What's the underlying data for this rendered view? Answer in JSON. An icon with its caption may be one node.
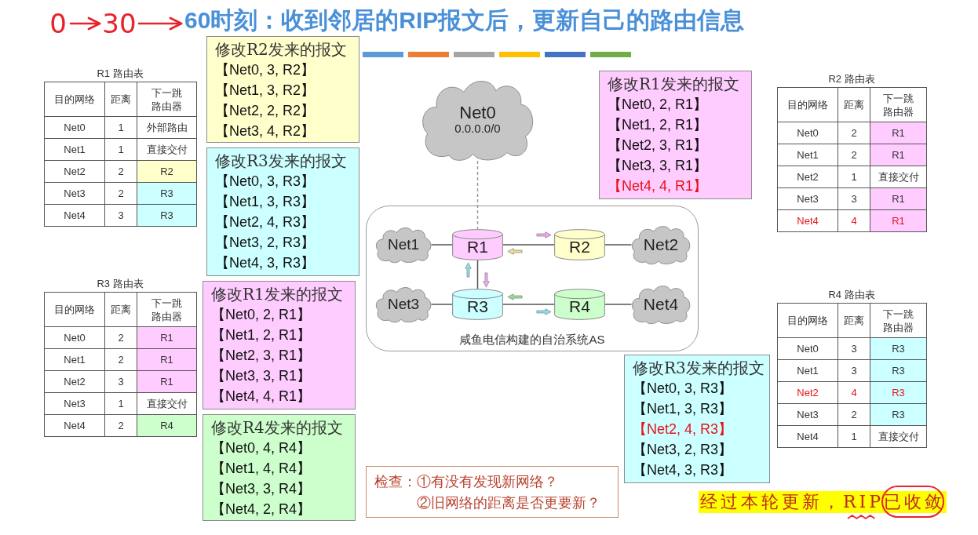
{
  "diagram": {
    "title": "60时刻：收到邻居的RIP报文后，更新自己的路由信息",
    "nodes": [
      {
        "text": [
          "0"
        ]
      },
      {
        "text": [
          "30"
        ]
      },
      {
        "text": [
          "修改R2发来的报文",
          "【Net0, 3, R2】",
          "【Net1, 3, R2】",
          "【Net2, 2, R2】",
          "【Net3, 4, R2】"
        ]
      },
      {
        "text": [
          "修改R1发来的报文",
          "【Net0, 2, R1】",
          "【Net1, 2, R1】",
          "【Net2, 3, R1】",
          "【Net3, 3, R1】",
          "【Net4, 4, R1】"
        ]
      },
      {
        "text": [
          "Net0",
          "0.0.0.0/0"
        ]
      },
      {
        "text": [
          "修改R3发来的报文",
          "【Net0, 3, R3】",
          "【Net1, 3, R3】",
          "【Net2, 4, R3】",
          "【Net3, 2, R3】",
          "【Net4, 3, R3】"
        ]
      },
      {
        "text": [
          "咸鱼电信构建的自治系统AS"
        ]
      },
      {
        "text": [
          "Net1"
        ],
        "in": 6
      },
      {
        "text": [
          "R1"
        ],
        "in": 6
      },
      {
        "text": [
          "R2"
        ],
        "in": 6
      },
      {
        "text": [
          "Net2"
        ],
        "in": 6
      },
      {
        "text": [
          "Net3"
        ],
        "in": 6
      },
      {
        "text": [
          "R3"
        ],
        "in": 6
      },
      {
        "text": [
          "R4"
        ],
        "in": 6
      },
      {
        "text": [
          "Net4"
        ],
        "in": 6
      },
      {
        "text": [
          "修改R1发来的报文",
          "【Net0, 2, R1】",
          "【Net1, 2, R1】",
          "【Net2, 3, R1】",
          "【Net3, 3, R1】",
          "【Net4, 4, R1】"
        ]
      },
      {
        "text": [
          "修改R3发来的报文",
          "【Net0, 3, R3】",
          "【Net1, 3, R3】",
          "【Net2, 4, R3】",
          "【Net3, 2, R3】",
          "【Net4, 3, R3】"
        ]
      },
      {
        "text": [
          "修改R4发来的报文",
          "【Net0, 4, R4】",
          "【Net1, 4, R4】",
          "【Net3, 3, R4】",
          "【Net4, 2, R4】"
        ]
      },
      {
        "text": [
          "检查：①有没有发现新网络？",
          "②旧网络的距离是否更要新？"
        ]
      }
    ],
    "edges": [
      {
        "from": 0,
        "to": 1,
        "arrow": "to",
        "color": "#e8232b"
      },
      {
        "from": 1,
        "to": null,
        "arrow": "to",
        "color": "#e8232b"
      },
      {
        "from": 4,
        "to": 8,
        "arrow": "none",
        "style": "dashed",
        "color": "#9a9a9a"
      },
      {
        "from": 7,
        "to": 8,
        "arrow": "none"
      },
      {
        "from": 8,
        "to": 9,
        "arrow": "none"
      },
      {
        "from": 9,
        "to": 10,
        "arrow": "none"
      },
      {
        "from": 8,
        "to": 12,
        "arrow": "none"
      },
      {
        "from": 11,
        "to": 12,
        "arrow": "none"
      },
      {
        "from": 12,
        "to": 13,
        "arrow": "none"
      },
      {
        "from": 13,
        "to": 14,
        "arrow": "none"
      }
    ],
    "labels": [
      "R1 路由表",
      "目的网络",
      "距离",
      "下一跳路由器",
      "Net0",
      "1",
      "外部路由",
      "Net1",
      "1",
      "直接交付",
      "Net2",
      "2",
      "R2",
      "Net3",
      "2",
      "R3",
      "Net4",
      "3",
      "R3",
      "R2 路由表",
      "目的网络",
      "距离",
      "下一跳路由器",
      "Net0",
      "2",
      "R1",
      "Net1",
      "2",
      "R1",
      "Net2",
      "1",
      "直接交付",
      "Net3",
      "3",
      "R1",
      "Net4",
      "4",
      "R1",
      "R3 路由表",
      "目的网络",
      "距离",
      "下一跳路由器",
      "Net0",
      "2",
      "R1",
      "Net1",
      "2",
      "R1",
      "Net2",
      "3",
      "R1",
      "Net3",
      "1",
      "直接交付",
      "Net4",
      "2",
      "R4",
      "R4 路由表",
      "目的网络",
      "距离",
      "下一跳路由器",
      "Net0",
      "3",
      "R3",
      "Net1",
      "3",
      "R3",
      "Net2",
      "4",
      "R3",
      "Net3",
      "2",
      "R3",
      "Net4",
      "1",
      "直接交付",
      "经过本轮更新，RIP已收敛"
    ]
  }
}
